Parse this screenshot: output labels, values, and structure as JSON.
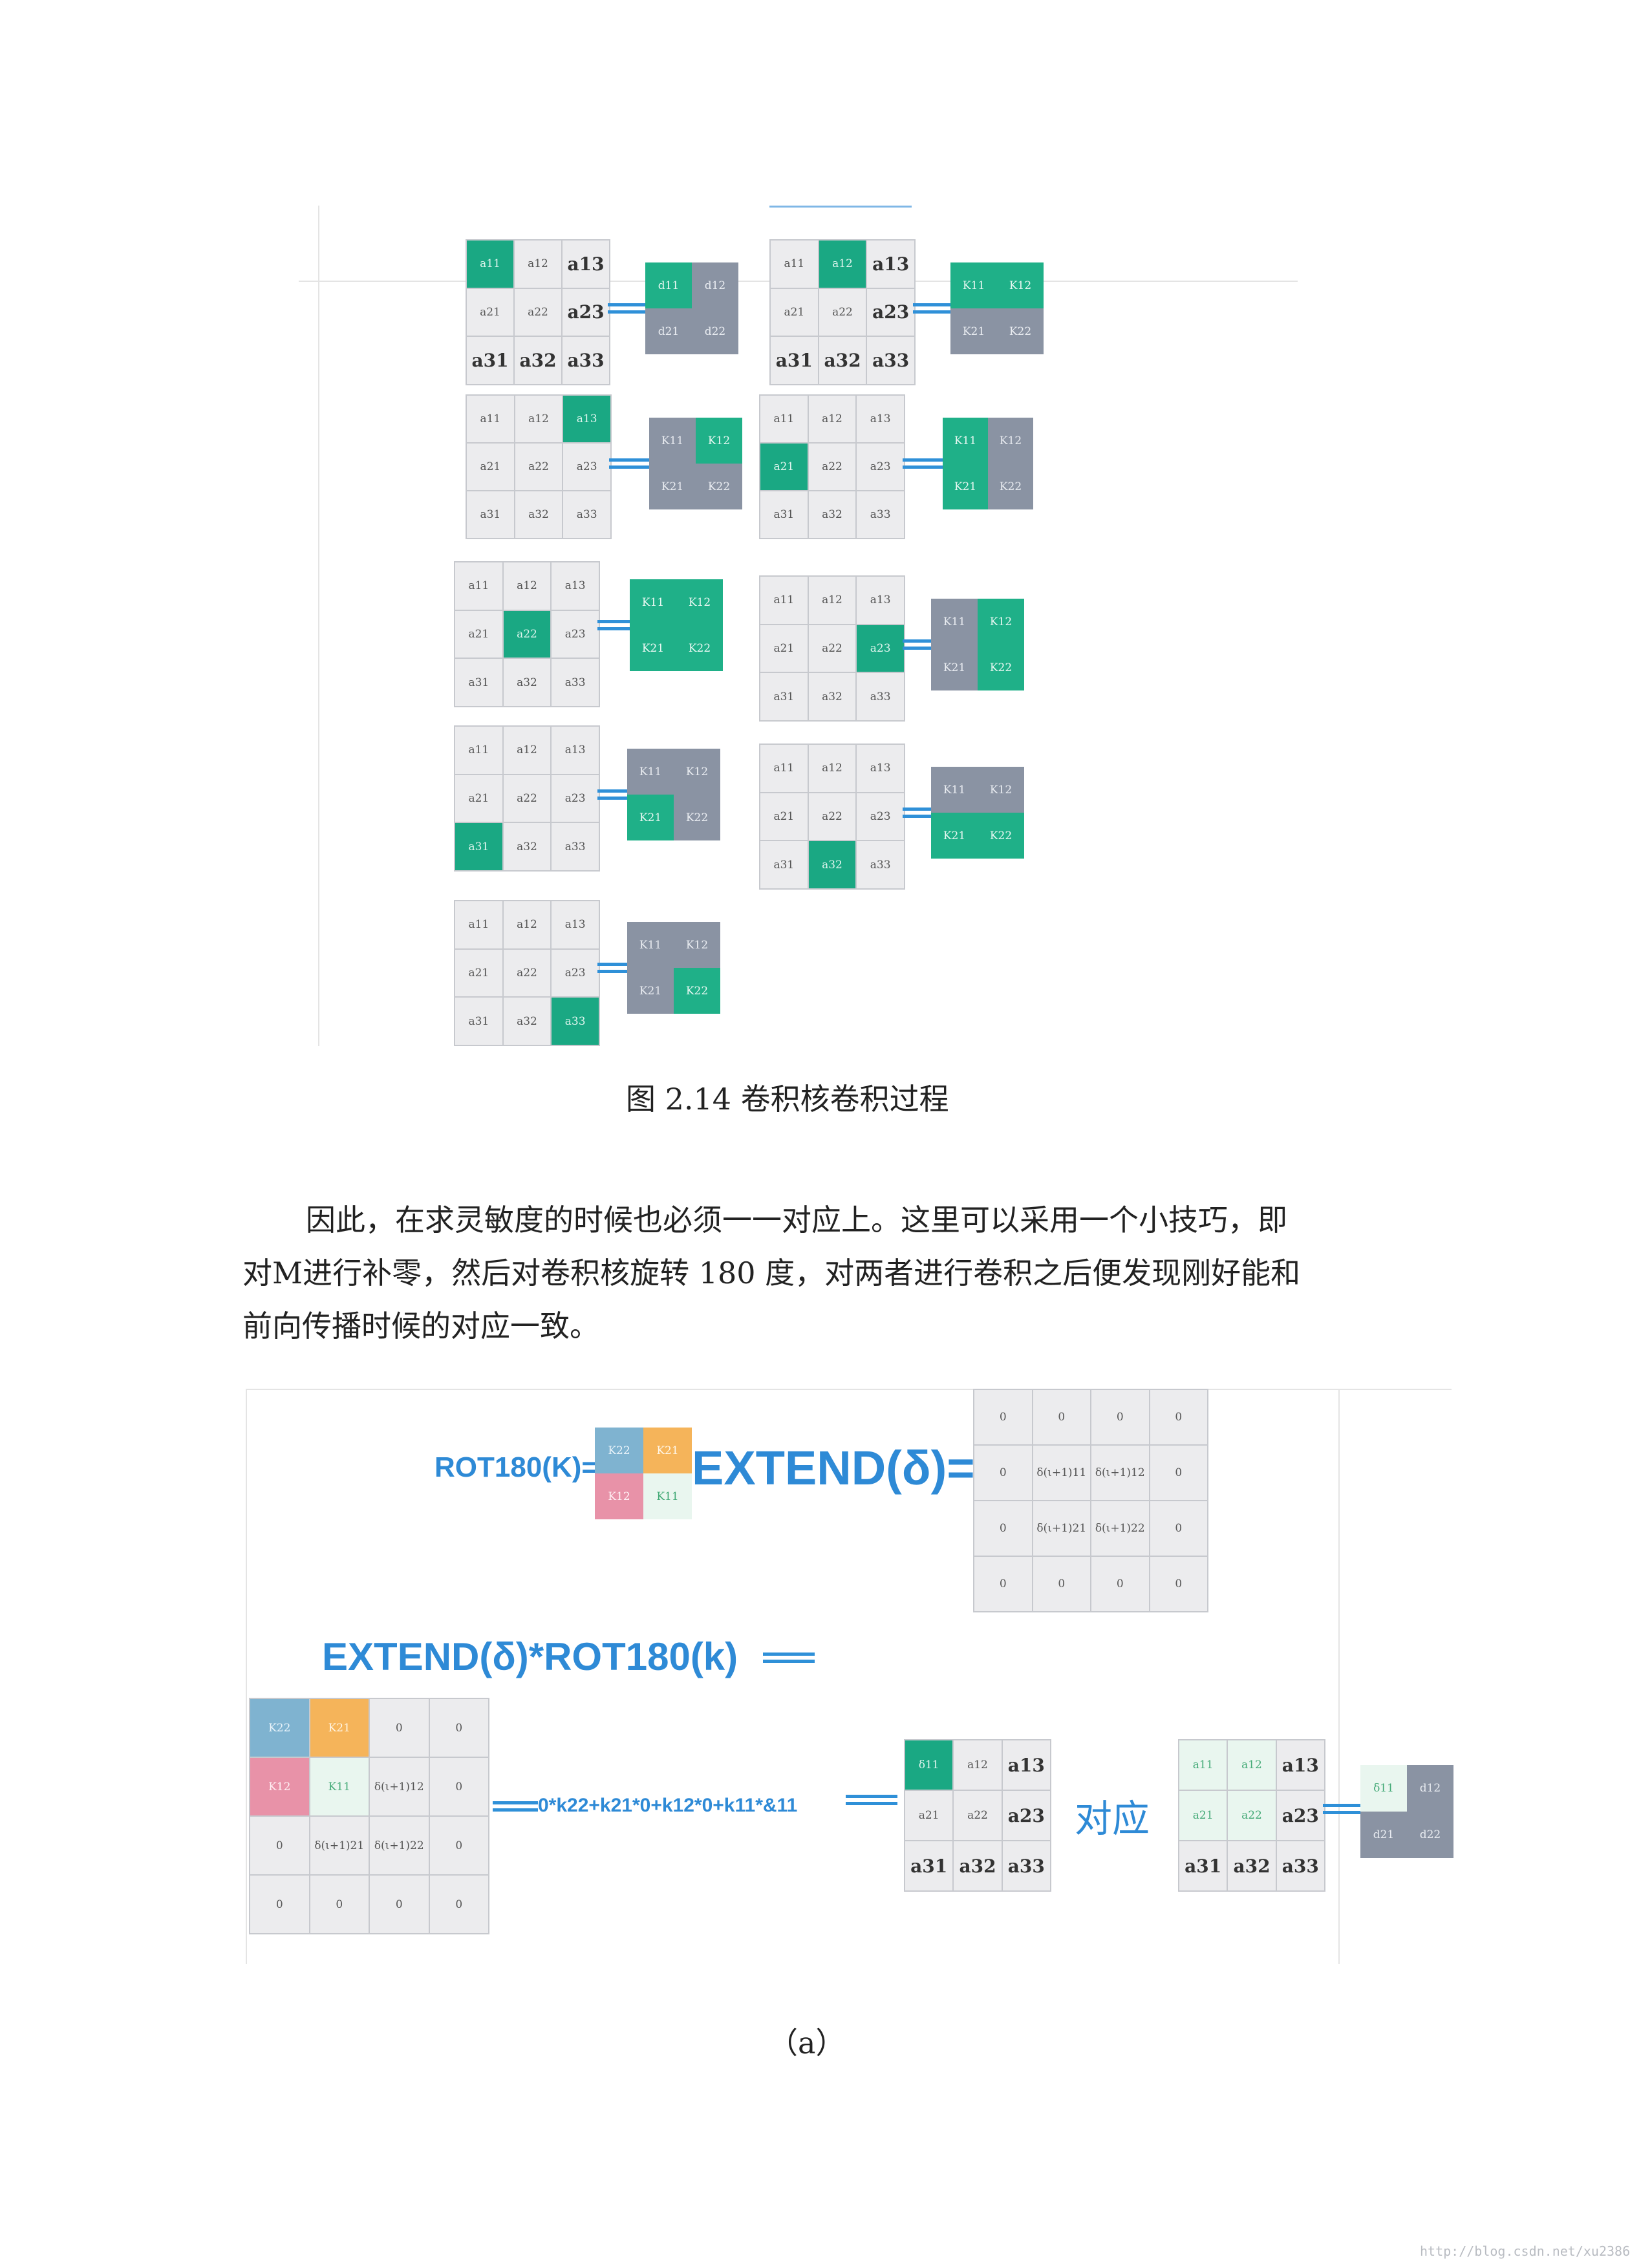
{
  "figure1": {
    "caption": "图 2.14 卷积核卷积过程",
    "kernel_labels": [
      "K11",
      "K12",
      "K21",
      "K22"
    ],
    "first_kernel_labels": [
      "d11",
      "d12",
      "d21",
      "d22"
    ]
  },
  "body_text": {
    "line1": "因此，在求灵敏度的时候也必须一一对应上。这里可以采用一个小技巧，即",
    "line2": "对M进行补零，然后对卷积核旋转 180 度，对两者进行卷积之后便发现刚好能和",
    "line3": "前向传播时候的对应一致。"
  },
  "figure2": {
    "rot_label": "ROT180(K)=",
    "extend_label": "EXTEND(δ)=",
    "combo_label": "EXTEND(δ)*ROT180(k)",
    "formula": "0*k22+k21*0+k12*0+k11*&11",
    "correspond": "对应",
    "rot_cells": [
      "K22",
      "K21",
      "K12",
      "K11"
    ],
    "extend_cells": [
      [
        "0",
        "0",
        "0",
        "0"
      ],
      [
        "0",
        "δ(ι+1)11",
        "δ(ι+1)12",
        "0"
      ],
      [
        "0",
        "δ(ι+1)21",
        "δ(ι+1)22",
        "0"
      ],
      [
        "0",
        "0",
        "0",
        "0"
      ]
    ],
    "combo_cells": [
      [
        "K22",
        "K21",
        "0",
        "0"
      ],
      [
        "K12",
        "K11",
        "δ(ι+1)12",
        "0"
      ],
      [
        "0",
        "δ(ι+1)21",
        "δ(ι+1)22",
        "0"
      ],
      [
        "0",
        "0",
        "0",
        "0"
      ]
    ],
    "result_cells": [
      [
        "δ11",
        "a12",
        "a13"
      ],
      [
        "a21",
        "a22",
        "a23"
      ],
      [
        "a31",
        "a32",
        "a33"
      ]
    ],
    "target_cells": [
      [
        "a11",
        "a12",
        "a13"
      ],
      [
        "a21",
        "a22",
        "a23"
      ],
      [
        "a31",
        "a32",
        "a33"
      ]
    ],
    "d_cells": [
      "δ11",
      "d12",
      "d21",
      "d22"
    ],
    "caption": "（a）"
  },
  "watermark": "http://blog.csdn.net/xu2386"
}
